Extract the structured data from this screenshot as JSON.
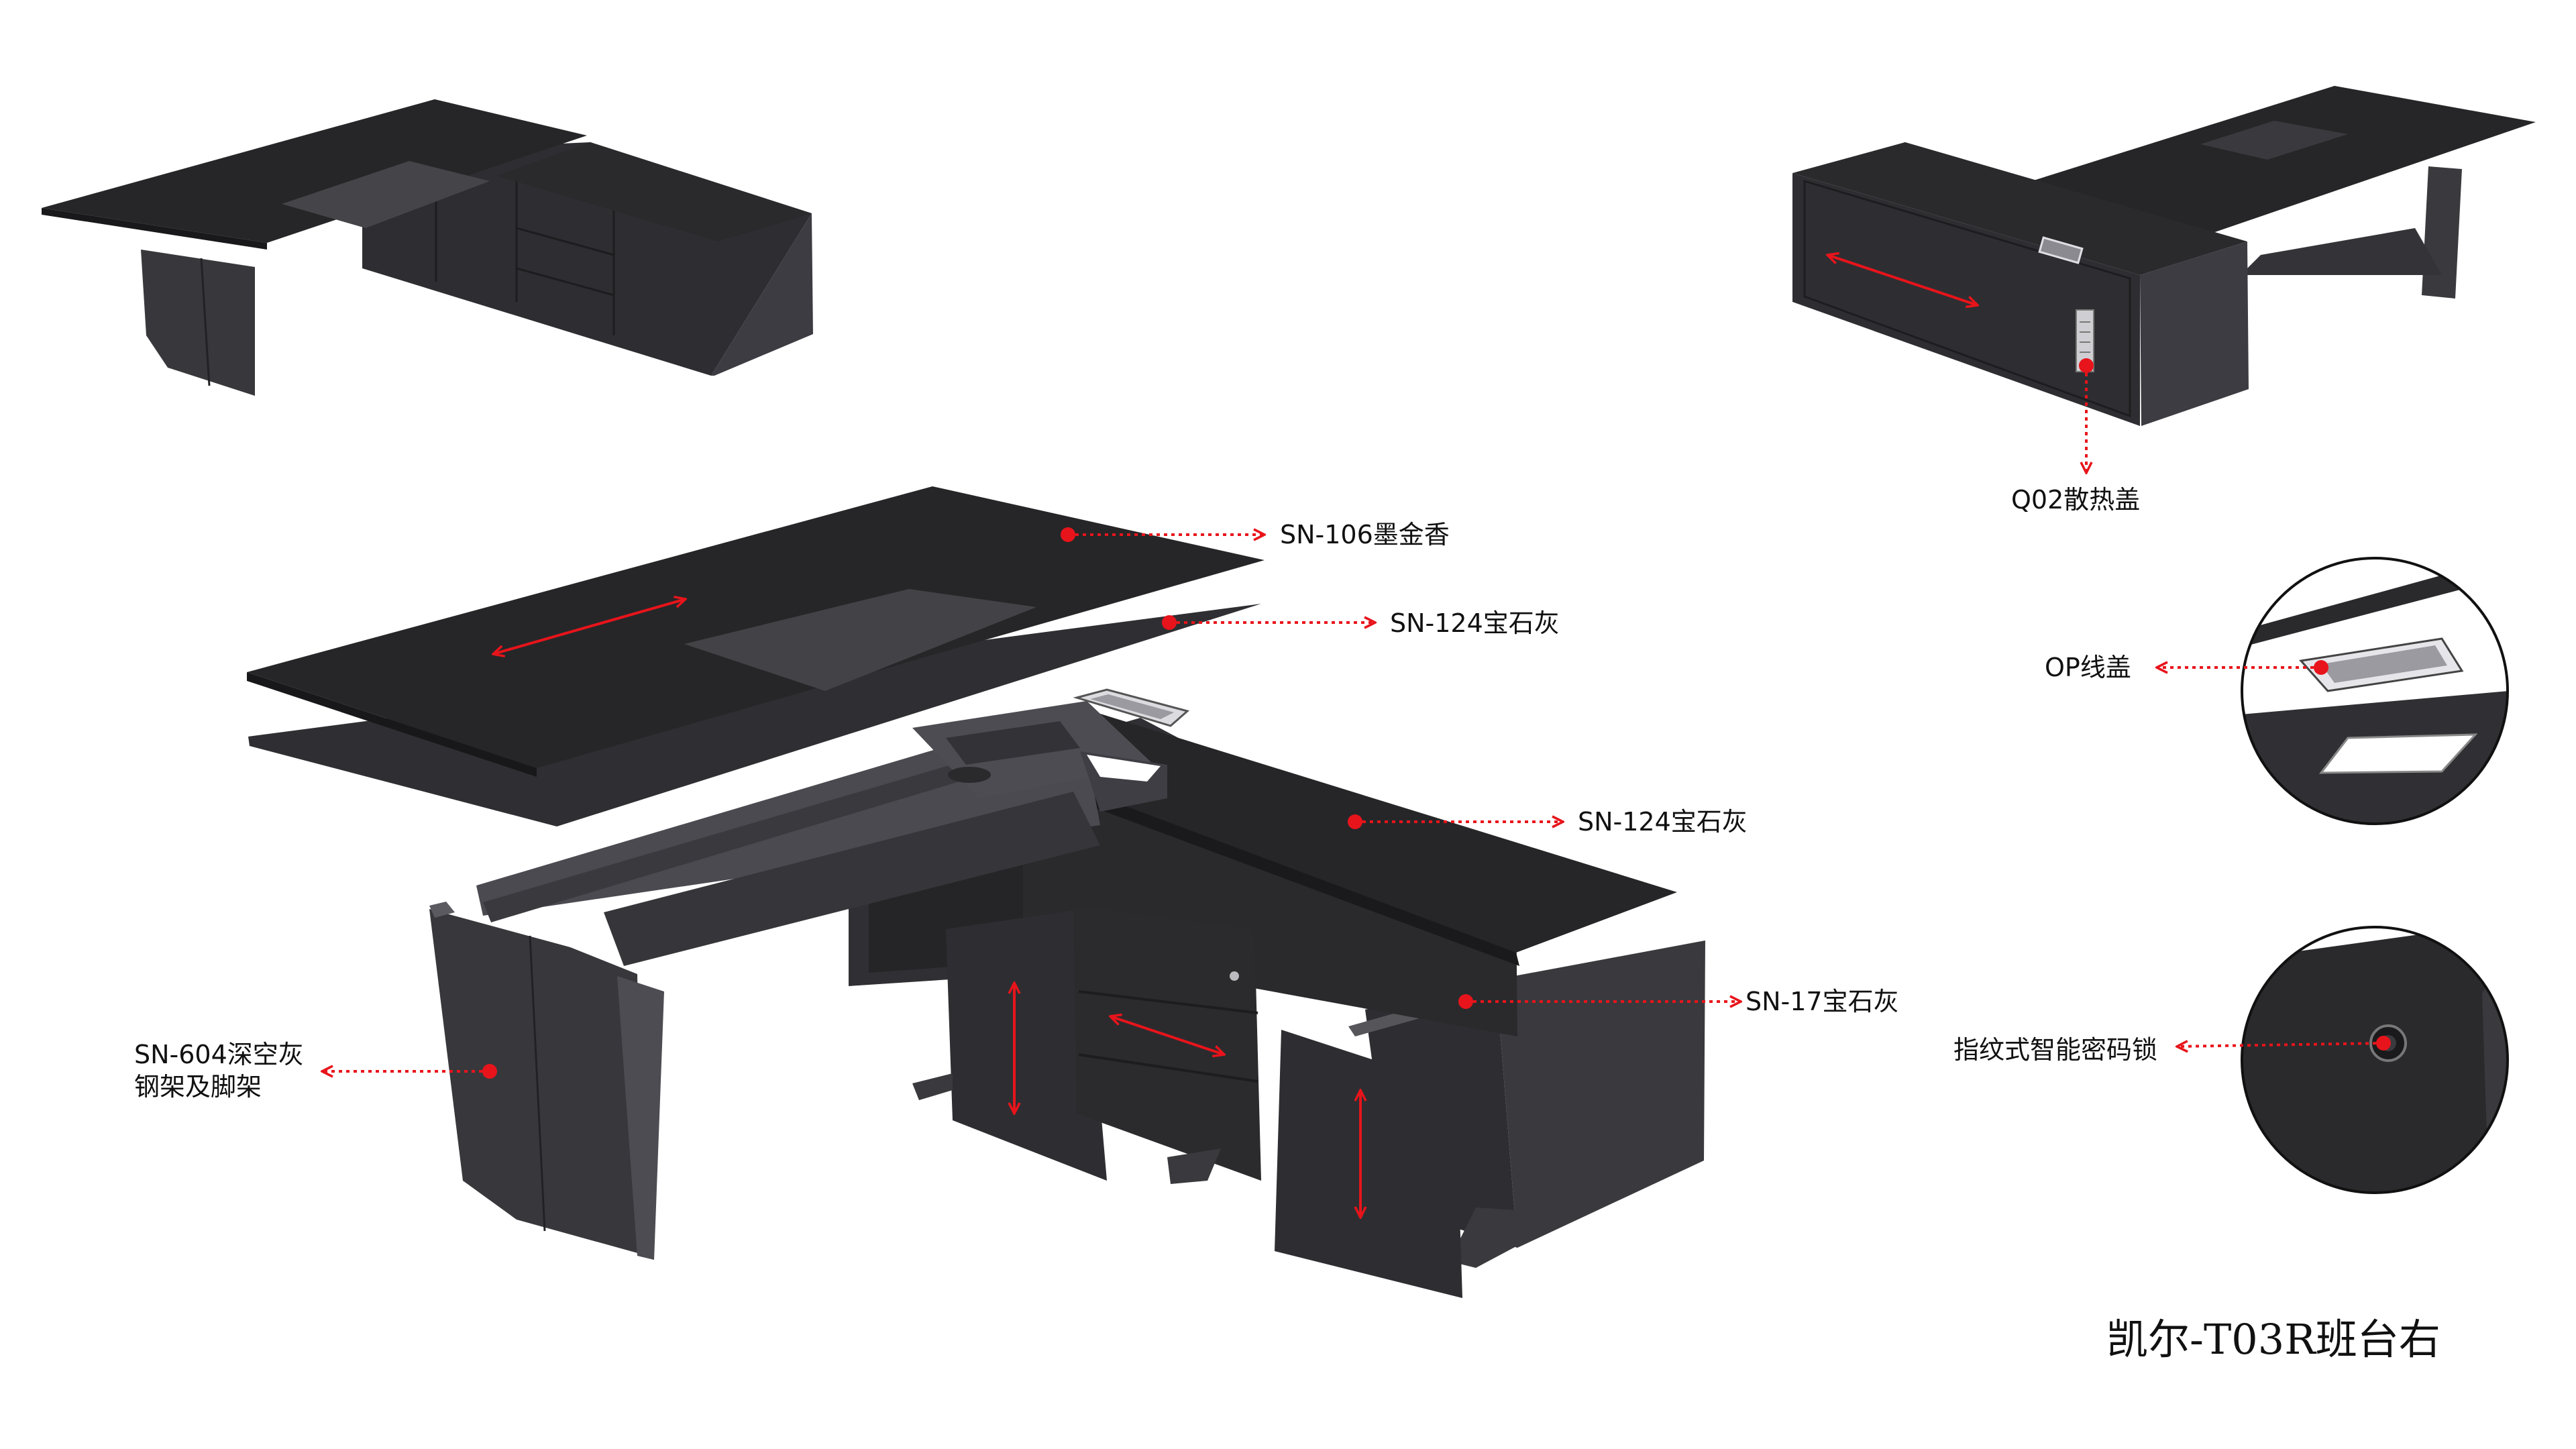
{
  "title": "凯尔-T03R班台右",
  "labels": {
    "top_finish": "SN-106墨金香",
    "top_underlay": "SN-124宝石灰",
    "cabinet_top": "SN-124宝石灰",
    "cabinet_side": "SN-17宝石灰",
    "frame_line1": "SN-604深空灰",
    "frame_line2": "钢架及脚架",
    "vent_cover": "Q02散热盖",
    "cable_cover": "OP线盖",
    "lock": "指纹式智能密码锁"
  },
  "colors": {
    "accent": "#e8141b",
    "wood_dark": "#2b2b2d",
    "wood_panel": "#2e2e32",
    "steel_gray": "#4a4a50",
    "stone_gray": "#3a3a3e",
    "inner_gray": "#66666a"
  }
}
